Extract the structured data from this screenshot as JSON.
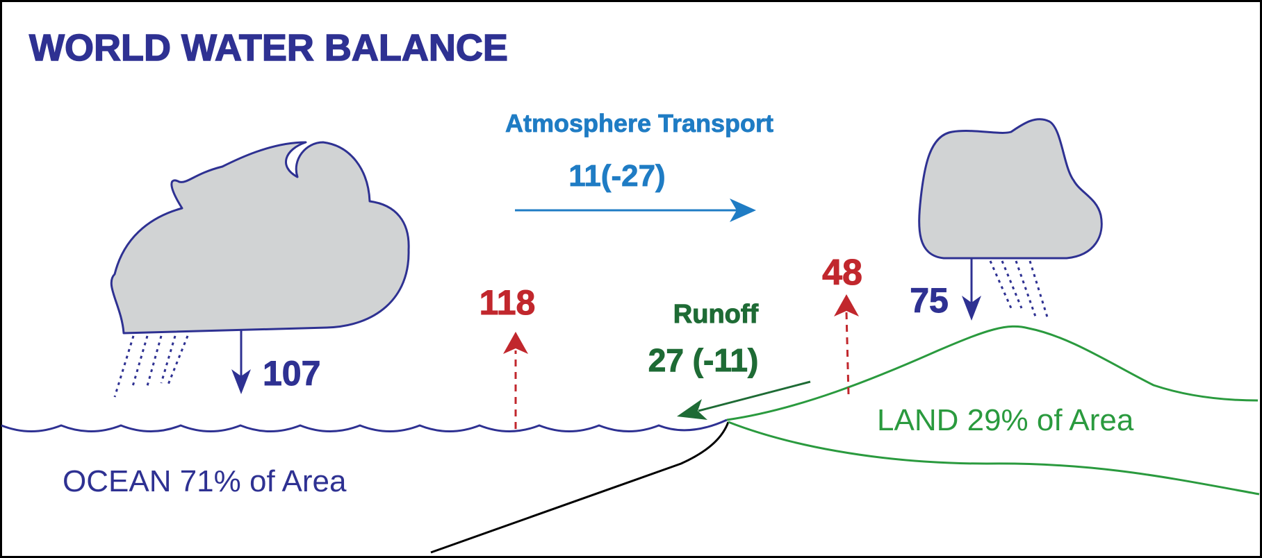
{
  "title": "WORLD WATER BALANCE",
  "atmosphere": {
    "label": "Atmosphere Transport",
    "value": "11(-27)"
  },
  "ocean": {
    "precipitation": "107",
    "evaporation": "118",
    "label": "OCEAN 71% of Area"
  },
  "land": {
    "precipitation": "75",
    "evaporation": "48",
    "label": "LAND 29% of Area"
  },
  "runoff": {
    "label": "Runoff",
    "value": "27 (-11)"
  },
  "colors": {
    "navy": "#2e3192",
    "atmosphere_blue": "#1f7cc4",
    "red": "#c1272d",
    "runoff_green": "#1e6b35",
    "land_green": "#2a9a3e",
    "cloud_fill": "#d1d3d4",
    "border": "#000000"
  }
}
